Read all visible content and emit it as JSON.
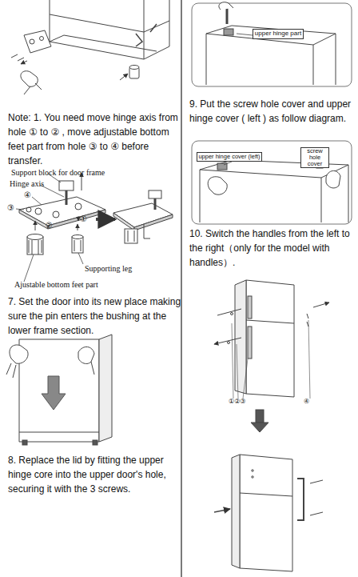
{
  "diagram": {
    "nodes": [
      {
        "text": [
          "upper hinge part"
        ]
      },
      {
        "text": [
          "upper hinge cover (left)"
        ]
      },
      {
        "text": [
          "screw hole cover"
        ]
      }
    ],
    "edges": [],
    "labels": [
      "Note: 1. You need move hinge axis from hole ① to ② , move adjustable bottom feet part from hole ③ to ④ before transfer.",
      "Support block for door frame",
      "Hinge axis",
      "④",
      "③",
      "①",
      "②",
      "Supporting leg",
      "Ajustable bottom feet part",
      "7. Set the door into its new place making sure the pin enters the bushing at the lower frame section.",
      "8. Replace the lid by fitting the upper hinge core into the upper door's hole, securing it with the 3 screws.",
      "9. Put the screw hole cover and upper hinge cover ( left ) as follow diagram.",
      "10. Switch the handles from the left to the right（only for the model with handles）.",
      "①②③",
      "④"
    ]
  }
}
